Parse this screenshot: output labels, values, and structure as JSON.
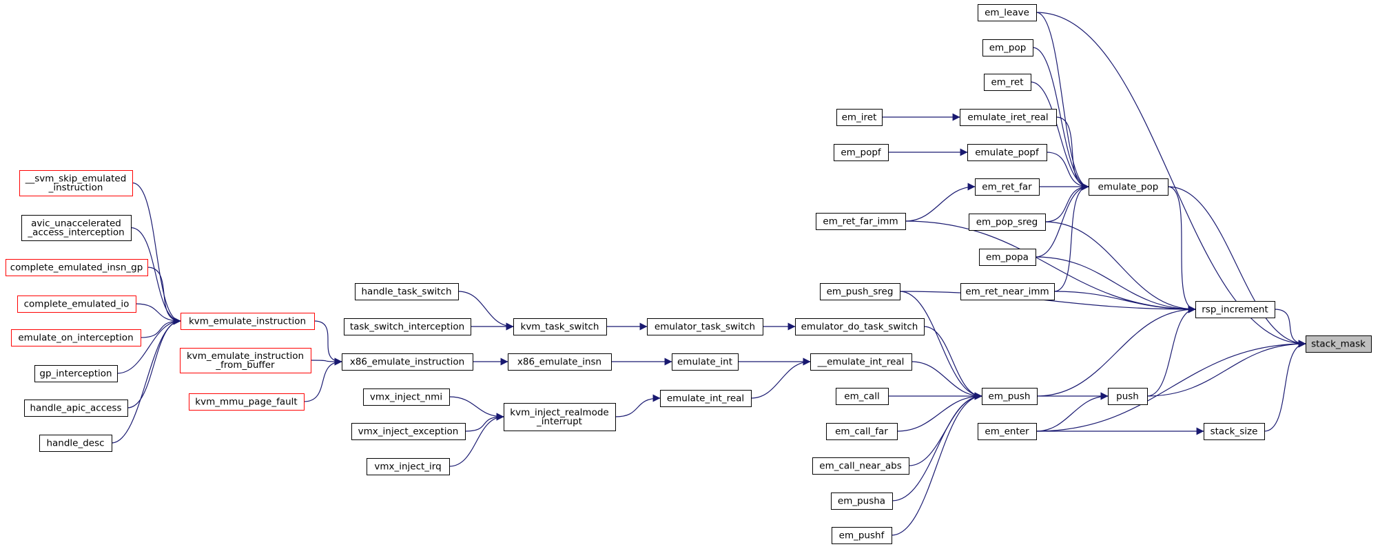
{
  "colors": {
    "edge": "#191970",
    "node_border": "#000000",
    "node_truncated_border": "#ff0000",
    "node_fill": "#ffffff",
    "root_fill": "#bfbfbf",
    "text": "#000000"
  },
  "nodes": [
    {
      "id": "stack_mask",
      "lines": [
        "stack_mask"
      ],
      "style": "root"
    },
    {
      "id": "rsp_increment",
      "lines": [
        "rsp_increment"
      ],
      "style": "normal"
    },
    {
      "id": "push",
      "lines": [
        "push"
      ],
      "style": "normal"
    },
    {
      "id": "stack_size",
      "lines": [
        "stack_size"
      ],
      "style": "normal"
    },
    {
      "id": "em_leave",
      "lines": [
        "em_leave"
      ],
      "style": "normal"
    },
    {
      "id": "em_pop",
      "lines": [
        "em_pop"
      ],
      "style": "normal"
    },
    {
      "id": "em_ret",
      "lines": [
        "em_ret"
      ],
      "style": "normal"
    },
    {
      "id": "emulate_iret_real",
      "lines": [
        "emulate_iret_real"
      ],
      "style": "normal"
    },
    {
      "id": "em_iret",
      "lines": [
        "em_iret"
      ],
      "style": "normal"
    },
    {
      "id": "emulate_popf",
      "lines": [
        "emulate_popf"
      ],
      "style": "normal"
    },
    {
      "id": "em_popf",
      "lines": [
        "em_popf"
      ],
      "style": "normal"
    },
    {
      "id": "em_ret_far",
      "lines": [
        "em_ret_far"
      ],
      "style": "normal"
    },
    {
      "id": "emulate_pop",
      "lines": [
        "emulate_pop"
      ],
      "style": "normal"
    },
    {
      "id": "em_ret_far_imm",
      "lines": [
        "em_ret_far_imm"
      ],
      "style": "normal"
    },
    {
      "id": "em_pop_sreg",
      "lines": [
        "em_pop_sreg"
      ],
      "style": "normal"
    },
    {
      "id": "em_popa",
      "lines": [
        "em_popa"
      ],
      "style": "normal"
    },
    {
      "id": "em_ret_near_imm",
      "lines": [
        "em_ret_near_imm"
      ],
      "style": "normal"
    },
    {
      "id": "em_push_sreg",
      "lines": [
        "em_push_sreg"
      ],
      "style": "normal"
    },
    {
      "id": "emulator_do_task_switch",
      "lines": [
        "emulator_do_task_switch"
      ],
      "style": "normal"
    },
    {
      "id": "emulator_task_switch",
      "lines": [
        "emulator_task_switch"
      ],
      "style": "normal"
    },
    {
      "id": "kvm_task_switch",
      "lines": [
        "kvm_task_switch"
      ],
      "style": "normal"
    },
    {
      "id": "handle_task_switch",
      "lines": [
        "handle_task_switch"
      ],
      "style": "normal"
    },
    {
      "id": "task_switch_interception",
      "lines": [
        "task_switch_interception"
      ],
      "style": "normal"
    },
    {
      "id": "__emulate_int_real",
      "lines": [
        "__emulate_int_real"
      ],
      "style": "normal"
    },
    {
      "id": "emulate_int",
      "lines": [
        "emulate_int"
      ],
      "style": "normal"
    },
    {
      "id": "x86_emulate_insn",
      "lines": [
        "x86_emulate_insn"
      ],
      "style": "normal"
    },
    {
      "id": "x86_emulate_instruction",
      "lines": [
        "x86_emulate_instruction"
      ],
      "style": "normal"
    },
    {
      "id": "kvm_emulate_instruction",
      "lines": [
        "kvm_emulate_instruction"
      ],
      "style": "truncated"
    },
    {
      "id": "kvm_emulate_instruction_from_buffer",
      "lines": [
        "kvm_emulate_instruction",
        "_from_buffer"
      ],
      "style": "truncated"
    },
    {
      "id": "kvm_mmu_page_fault",
      "lines": [
        "kvm_mmu_page_fault"
      ],
      "style": "truncated"
    },
    {
      "id": "svm_skip_emulated_instruction",
      "lines": [
        "__svm_skip_emulated",
        "_instruction"
      ],
      "style": "truncated"
    },
    {
      "id": "avic_unaccelerated_access_interception",
      "lines": [
        "avic_unaccelerated",
        "_access_interception"
      ],
      "style": "normal"
    },
    {
      "id": "complete_emulated_insn_gp",
      "lines": [
        "complete_emulated_insn_gp"
      ],
      "style": "truncated"
    },
    {
      "id": "complete_emulated_io",
      "lines": [
        "complete_emulated_io"
      ],
      "style": "truncated"
    },
    {
      "id": "emulate_on_interception",
      "lines": [
        "emulate_on_interception"
      ],
      "style": "truncated"
    },
    {
      "id": "gp_interception",
      "lines": [
        "gp_interception"
      ],
      "style": "normal"
    },
    {
      "id": "handle_apic_access",
      "lines": [
        "handle_apic_access"
      ],
      "style": "normal"
    },
    {
      "id": "handle_desc",
      "lines": [
        "handle_desc"
      ],
      "style": "normal"
    },
    {
      "id": "emulate_int_real",
      "lines": [
        "emulate_int_real"
      ],
      "style": "normal"
    },
    {
      "id": "kvm_inject_realmode_interrupt",
      "lines": [
        "kvm_inject_realmode",
        "_interrupt"
      ],
      "style": "normal"
    },
    {
      "id": "vmx_inject_nmi",
      "lines": [
        "vmx_inject_nmi"
      ],
      "style": "normal"
    },
    {
      "id": "vmx_inject_exception",
      "lines": [
        "vmx_inject_exception"
      ],
      "style": "normal"
    },
    {
      "id": "vmx_inject_irq",
      "lines": [
        "vmx_inject_irq"
      ],
      "style": "normal"
    },
    {
      "id": "em_push",
      "lines": [
        "em_push"
      ],
      "style": "normal"
    },
    {
      "id": "em_call",
      "lines": [
        "em_call"
      ],
      "style": "normal"
    },
    {
      "id": "em_call_far",
      "lines": [
        "em_call_far"
      ],
      "style": "normal"
    },
    {
      "id": "em_call_near_abs",
      "lines": [
        "em_call_near_abs"
      ],
      "style": "normal"
    },
    {
      "id": "em_pusha",
      "lines": [
        "em_pusha"
      ],
      "style": "normal"
    },
    {
      "id": "em_pushf",
      "lines": [
        "em_pushf"
      ],
      "style": "normal"
    },
    {
      "id": "em_enter",
      "lines": [
        "em_enter"
      ],
      "style": "normal"
    }
  ],
  "edges": [
    [
      "rsp_increment",
      "stack_mask"
    ],
    [
      "push",
      "stack_mask"
    ],
    [
      "stack_size",
      "stack_mask"
    ],
    [
      "em_leave",
      "stack_mask"
    ],
    [
      "emulate_pop",
      "stack_mask"
    ],
    [
      "em_enter",
      "stack_mask"
    ],
    [
      "emulate_pop",
      "rsp_increment"
    ],
    [
      "em_leave",
      "emulate_pop"
    ],
    [
      "em_pop",
      "emulate_pop"
    ],
    [
      "em_ret",
      "emulate_pop"
    ],
    [
      "emulate_iret_real",
      "emulate_pop"
    ],
    [
      "em_iret",
      "emulate_iret_real"
    ],
    [
      "emulate_popf",
      "emulate_pop"
    ],
    [
      "em_popf",
      "emulate_popf"
    ],
    [
      "em_ret_far",
      "emulate_pop"
    ],
    [
      "em_ret_far_imm",
      "em_ret_far"
    ],
    [
      "em_pop_sreg",
      "emulate_pop"
    ],
    [
      "em_popa",
      "emulate_pop"
    ],
    [
      "em_ret_near_imm",
      "emulate_pop"
    ],
    [
      "em_ret_far_imm",
      "rsp_increment"
    ],
    [
      "em_pop_sreg",
      "rsp_increment"
    ],
    [
      "em_popa",
      "rsp_increment"
    ],
    [
      "em_ret_near_imm",
      "rsp_increment"
    ],
    [
      "em_push_sreg",
      "rsp_increment"
    ],
    [
      "push",
      "rsp_increment"
    ],
    [
      "em_push",
      "rsp_increment"
    ],
    [
      "em_push",
      "push"
    ],
    [
      "em_enter",
      "push"
    ],
    [
      "em_enter",
      "stack_size"
    ],
    [
      "em_push_sreg",
      "em_push"
    ],
    [
      "emulator_do_task_switch",
      "em_push"
    ],
    [
      "__emulate_int_real",
      "em_push"
    ],
    [
      "em_call",
      "em_push"
    ],
    [
      "em_call_far",
      "em_push"
    ],
    [
      "em_call_near_abs",
      "em_push"
    ],
    [
      "em_pusha",
      "em_push"
    ],
    [
      "em_pushf",
      "em_push"
    ],
    [
      "emulator_task_switch",
      "emulator_do_task_switch"
    ],
    [
      "kvm_task_switch",
      "emulator_task_switch"
    ],
    [
      "handle_task_switch",
      "kvm_task_switch"
    ],
    [
      "task_switch_interception",
      "kvm_task_switch"
    ],
    [
      "emulate_int",
      "__emulate_int_real"
    ],
    [
      "emulate_int_real",
      "__emulate_int_real"
    ],
    [
      "x86_emulate_insn",
      "emulate_int"
    ],
    [
      "x86_emulate_instruction",
      "x86_emulate_insn"
    ],
    [
      "kvm_emulate_instruction",
      "x86_emulate_instruction"
    ],
    [
      "kvm_emulate_instruction_from_buffer",
      "x86_emulate_instruction"
    ],
    [
      "kvm_mmu_page_fault",
      "x86_emulate_instruction"
    ],
    [
      "svm_skip_emulated_instruction",
      "kvm_emulate_instruction"
    ],
    [
      "avic_unaccelerated_access_interception",
      "kvm_emulate_instruction"
    ],
    [
      "complete_emulated_insn_gp",
      "kvm_emulate_instruction"
    ],
    [
      "complete_emulated_io",
      "kvm_emulate_instruction"
    ],
    [
      "emulate_on_interception",
      "kvm_emulate_instruction"
    ],
    [
      "gp_interception",
      "kvm_emulate_instruction"
    ],
    [
      "handle_apic_access",
      "kvm_emulate_instruction"
    ],
    [
      "handle_desc",
      "kvm_emulate_instruction"
    ],
    [
      "kvm_inject_realmode_interrupt",
      "emulate_int_real"
    ],
    [
      "vmx_inject_nmi",
      "kvm_inject_realmode_interrupt"
    ],
    [
      "vmx_inject_exception",
      "kvm_inject_realmode_interrupt"
    ],
    [
      "vmx_inject_irq",
      "kvm_inject_realmode_interrupt"
    ]
  ]
}
